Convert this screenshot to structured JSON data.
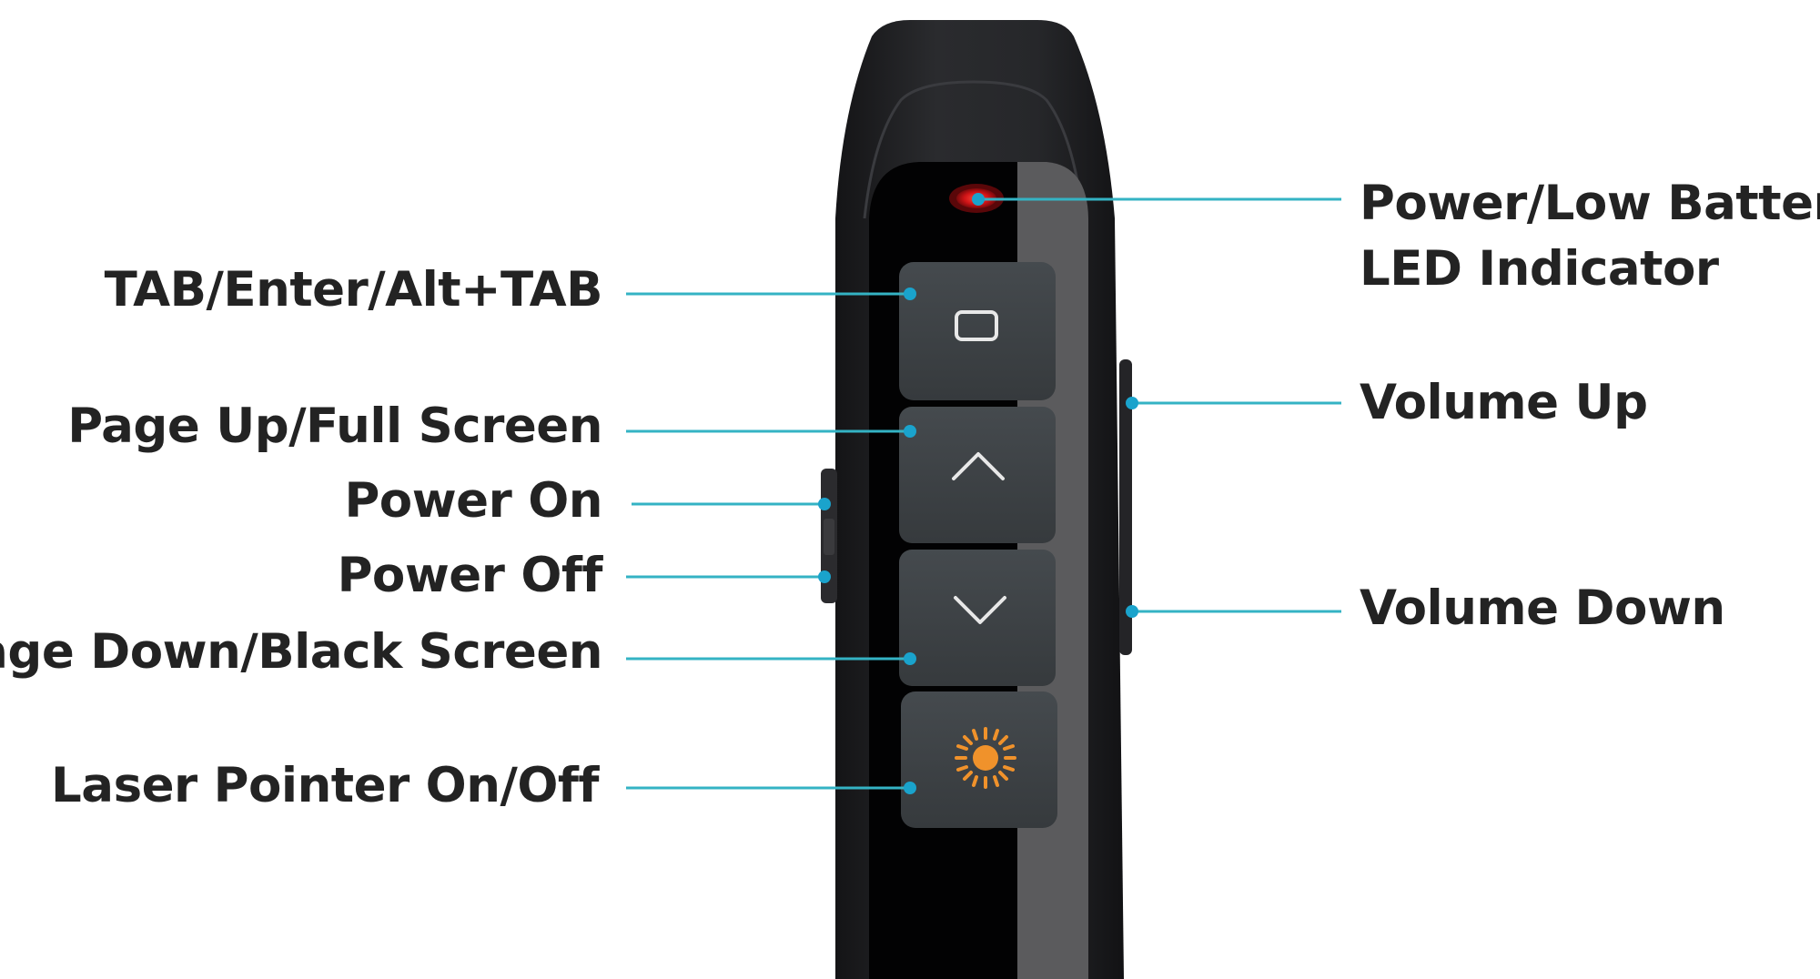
{
  "colors": {
    "background": "#ffffff",
    "label_text": "#232323",
    "callout_line": "#34b3c4",
    "callout_dot": "#1aa3cc",
    "remote_body": "#1c1c1e",
    "button_face": "#3a3e41",
    "led": "#e0181b",
    "laser_icon": "#f0922b"
  },
  "labels": {
    "tab_enter": "TAB/Enter/Alt+TAB",
    "page_up": "Page Up/Full Screen",
    "power_on": "Power On",
    "power_off": "Power Off",
    "page_down": "Page Down/Black Screen",
    "laser": "Laser Pointer On/Off",
    "led_line1": "Power/Low Battery",
    "led_line2": "LED Indicator",
    "volume_up": "Volume Up",
    "volume_down": "Volume Down"
  },
  "buttons": [
    {
      "name": "tab-enter-button",
      "icon": "rectangle-icon"
    },
    {
      "name": "page-up-button",
      "icon": "chevron-up-icon"
    },
    {
      "name": "page-down-button",
      "icon": "chevron-down-icon"
    },
    {
      "name": "laser-pointer-button",
      "icon": "sun-icon"
    }
  ]
}
